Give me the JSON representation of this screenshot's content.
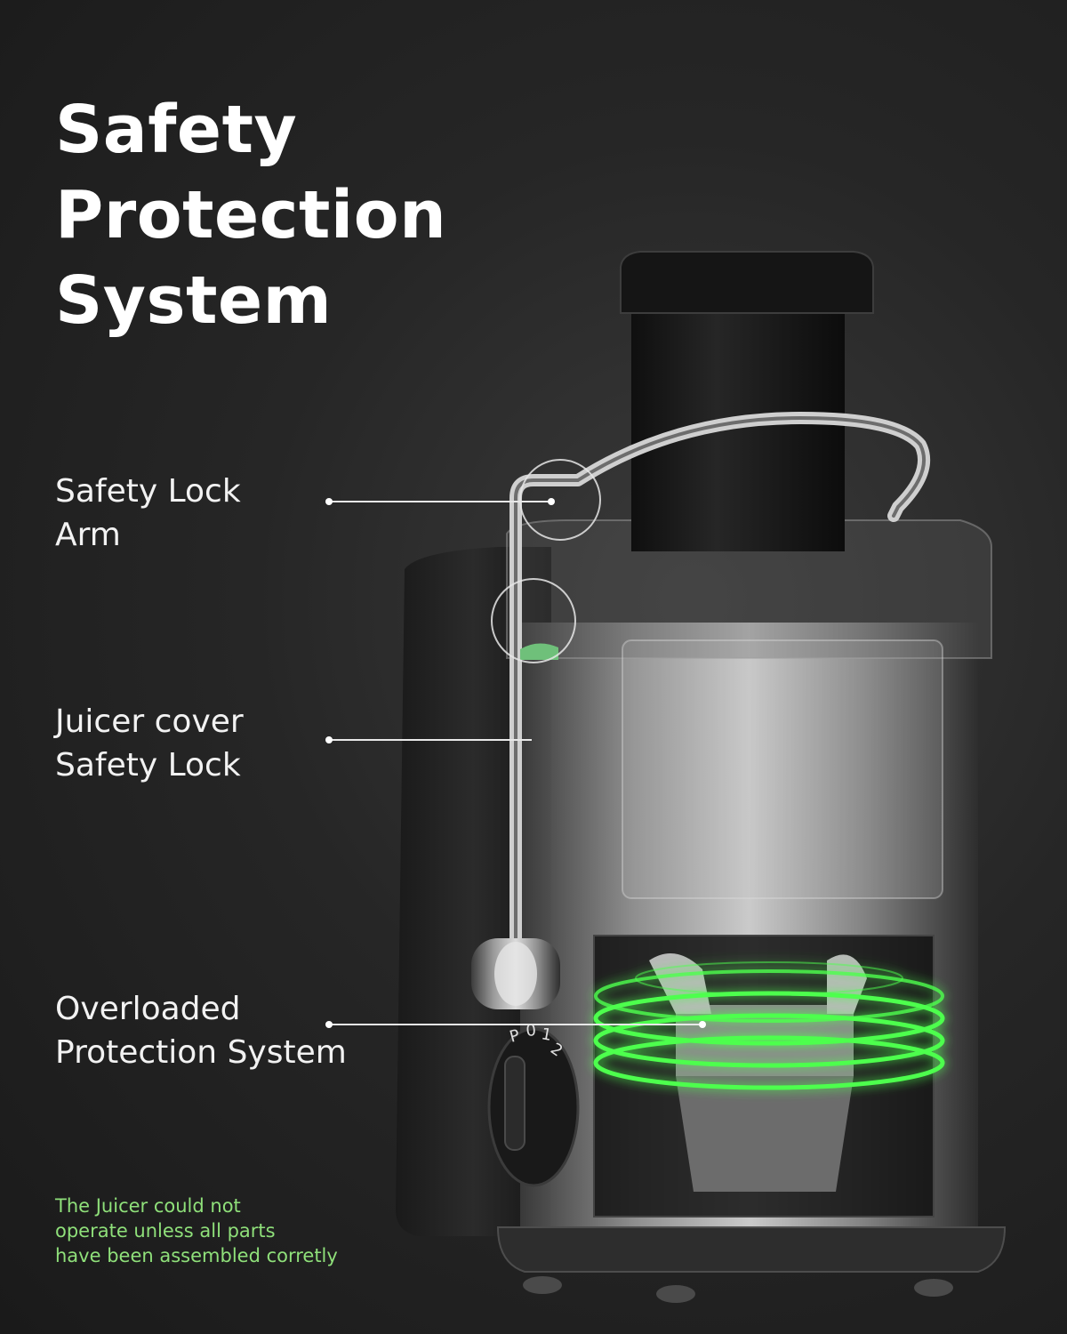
{
  "title_lines": [
    "Safety Protection",
    "System"
  ],
  "callouts": [
    {
      "lines": [
        "Safety Lock",
        "Arm"
      ]
    },
    {
      "lines": [
        "Juicer cover",
        "Safety Lock"
      ]
    },
    {
      "lines": [
        "Overloaded",
        "Protection System"
      ]
    }
  ],
  "note_lines": [
    "The Juicer could not",
    "operate unless all parts",
    "have been assembled corretly"
  ],
  "dial_marks": [
    "P",
    "0",
    "1",
    "2"
  ],
  "colors": {
    "background": "#1d1d1d",
    "title": "#ffffff",
    "label": "#f2f2f2",
    "accent_green": "#8fe07a",
    "glow_green": "#4dff4d"
  }
}
